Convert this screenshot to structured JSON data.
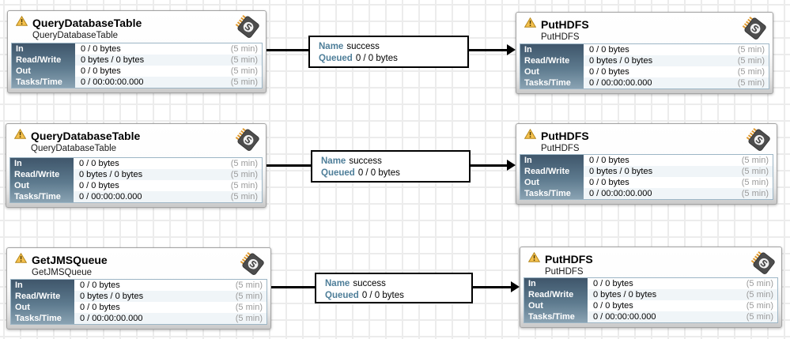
{
  "stats_labels": {
    "in": "In",
    "read_write": "Read/Write",
    "out": "Out",
    "tasks_time": "Tasks/Time"
  },
  "window_label": "(5 min)",
  "processors": [
    {
      "title": "QueryDatabaseTable",
      "type": "QueryDatabaseTable",
      "stats": {
        "in": "0 / 0 bytes",
        "read_write": "0 bytes / 0 bytes",
        "out": "0 / 0 bytes",
        "tasks_time": "0 / 00:00:00.000"
      }
    },
    {
      "title": "PutHDFS",
      "type": "PutHDFS",
      "stats": {
        "in": "0 / 0 bytes",
        "read_write": "0 bytes / 0 bytes",
        "out": "0 / 0 bytes",
        "tasks_time": "0 / 00:00:00.000"
      }
    },
    {
      "title": "QueryDatabaseTable",
      "type": "QueryDatabaseTable",
      "stats": {
        "in": "0 / 0 bytes",
        "read_write": "0 bytes / 0 bytes",
        "out": "0 / 0 bytes",
        "tasks_time": "0 / 00:00:00.000"
      }
    },
    {
      "title": "PutHDFS",
      "type": "PutHDFS",
      "stats": {
        "in": "0 / 0 bytes",
        "read_write": "0 bytes / 0 bytes",
        "out": "0 / 0 bytes",
        "tasks_time": "0 / 00:00:00.000"
      }
    },
    {
      "title": "GetJMSQueue",
      "type": "GetJMSQueue",
      "stats": {
        "in": "0 / 0 bytes",
        "read_write": "0 bytes / 0 bytes",
        "out": "0 / 0 bytes",
        "tasks_time": "0 / 00:00:00.000"
      }
    },
    {
      "title": "PutHDFS",
      "type": "PutHDFS",
      "stats": {
        "in": "0 / 0 bytes",
        "read_write": "0 bytes / 0 bytes",
        "out": "0 / 0 bytes",
        "tasks_time": "0 / 00:00:00.000"
      }
    }
  ],
  "connections": [
    {
      "name_label": "Name",
      "name_value": "success",
      "queued_label": "Queued",
      "queued_value": "0 / 0 bytes"
    },
    {
      "name_label": "Name",
      "name_value": "success",
      "queued_label": "Queued",
      "queued_value": "0 / 0 bytes"
    },
    {
      "name_label": "Name",
      "name_value": "success",
      "queued_label": "Queued",
      "queued_value": "0 / 0 bytes"
    }
  ],
  "colors": {
    "connection_key_text": "#4e7e99",
    "stats_header_top": "#3f566b",
    "stats_header_bottom": "#8aa3b3",
    "warning_fill": "#f5c14d",
    "warning_border": "#b5871c",
    "chip_body": "#4d4d4d",
    "chip_pins": "#e09a2f",
    "grid_line": "#ececec",
    "window_text": "#9a9a9a"
  }
}
